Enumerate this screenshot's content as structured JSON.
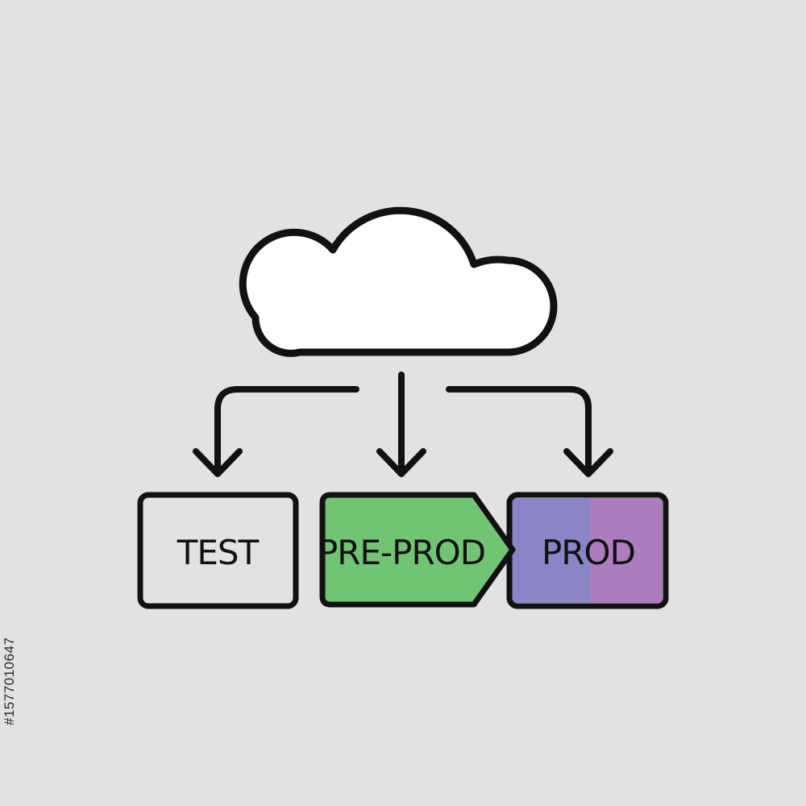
{
  "diagram": {
    "boxes": [
      {
        "id": "test",
        "label": "TEST",
        "fill": "#e3e2e3"
      },
      {
        "id": "pre-prod",
        "label": "PRE-PROD",
        "fill": "#72c475"
      },
      {
        "id": "prod",
        "label": "PROD",
        "fill_left": "#8a85c6",
        "fill_right": "#ad7cbc"
      }
    ],
    "cloud": {
      "icon": "cloud-icon",
      "fill": "#ffffff"
    },
    "stroke_color": "#111111",
    "background": "#e3e2e3"
  },
  "watermark": {
    "id_text": "#1577010647"
  }
}
